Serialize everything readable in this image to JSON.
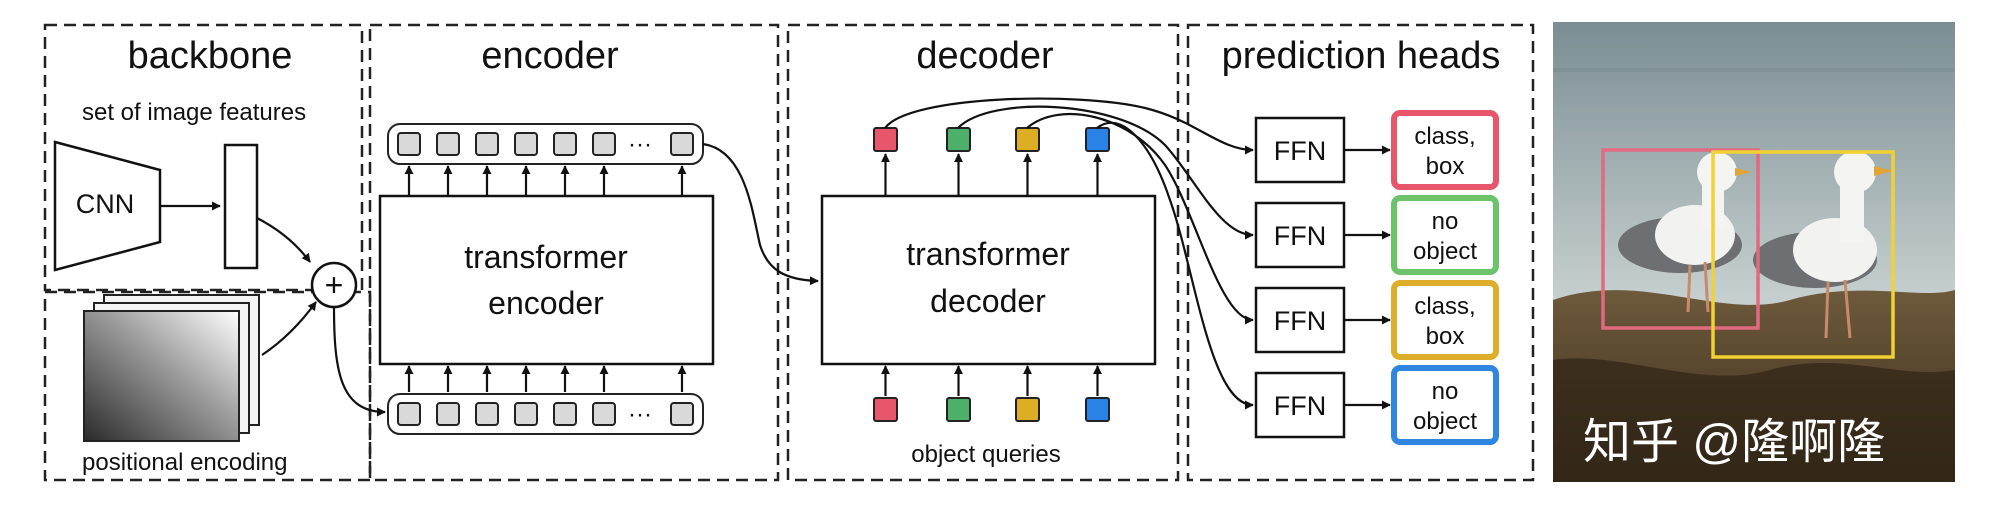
{
  "sections": {
    "backbone": "backbone",
    "encoder": "encoder",
    "decoder": "decoder",
    "prediction_heads": "prediction heads"
  },
  "backbone": {
    "features_label": "set of image features",
    "cnn_label": "CNN",
    "plus_symbol": "+",
    "positional_label": "positional encoding"
  },
  "encoder": {
    "block_line1": "transformer",
    "block_line2": "encoder",
    "ellipsis": "···"
  },
  "decoder": {
    "block_line1": "transformer",
    "block_line2": "decoder",
    "queries_label": "object queries",
    "query_colors": [
      "#e8566c",
      "#4caf6a",
      "#ddad25",
      "#2b82e6"
    ]
  },
  "heads": [
    {
      "ffn": "FFN",
      "out_line1": "class,",
      "out_line2": "box",
      "color": "#e8566c"
    },
    {
      "ffn": "FFN",
      "out_line1": "no",
      "out_line2": "object",
      "color": "#6cc36a"
    },
    {
      "ffn": "FFN",
      "out_line1": "class,",
      "out_line2": "box",
      "color": "#dcae2a"
    },
    {
      "ffn": "FFN",
      "out_line1": "no",
      "out_line2": "object",
      "color": "#2f86e0"
    }
  ],
  "photo": {
    "watermark": "知乎 @隆啊隆",
    "box_colors": [
      "#e26a80",
      "#f2d132"
    ]
  }
}
